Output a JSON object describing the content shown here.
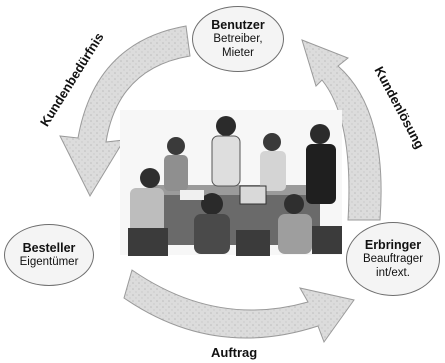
{
  "nodes": {
    "benutzer": {
      "title": "Benutzer",
      "lines": [
        "Betreiber,",
        "Mieter"
      ]
    },
    "besteller": {
      "title": "Besteller",
      "lines": [
        "Eigentümer"
      ]
    },
    "erbringer": {
      "title": "Erbringer",
      "lines": [
        "Beauftrager",
        "int/ext."
      ]
    }
  },
  "edges": {
    "kundenbeduerfnis": "Kundenbedürfnis",
    "kundenloesung": "Kundenlösung",
    "auftrag": "Auftrag"
  },
  "photo": {
    "subject": "meeting-people-around-table"
  },
  "colors": {
    "arrow_fill": "#d9d9d9",
    "arrow_stroke": "#9a9a9a",
    "node_fill": "#f4f4f4",
    "node_stroke": "#6e6e6e",
    "photo_dark": "#2b2b2b",
    "photo_mid": "#8a8a8a"
  }
}
